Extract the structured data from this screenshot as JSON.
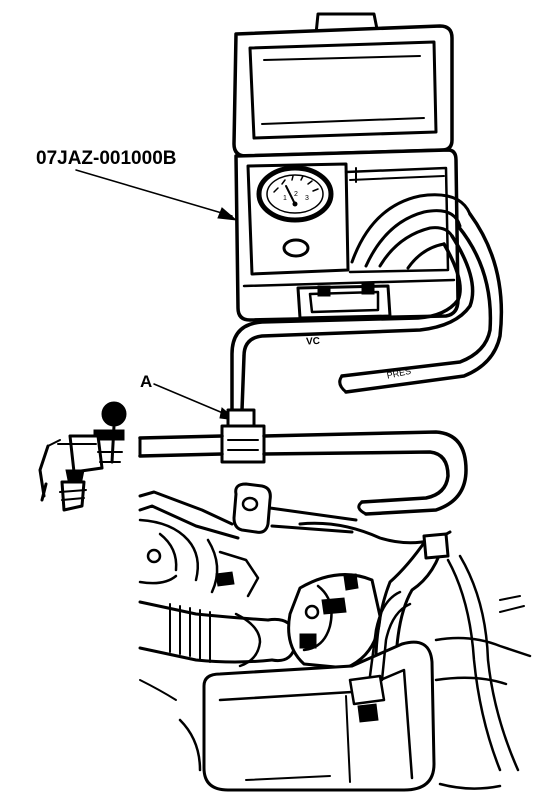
{
  "diagram": {
    "callouts": {
      "tool_part_number": "07JAZ-001000B",
      "hose_joint": "A"
    },
    "hose_labels": {
      "vacuum_hose": "VC",
      "pressure_hose": "PRES"
    },
    "gauge": {
      "scale_marks": [
        "1",
        "2",
        "3"
      ]
    }
  }
}
